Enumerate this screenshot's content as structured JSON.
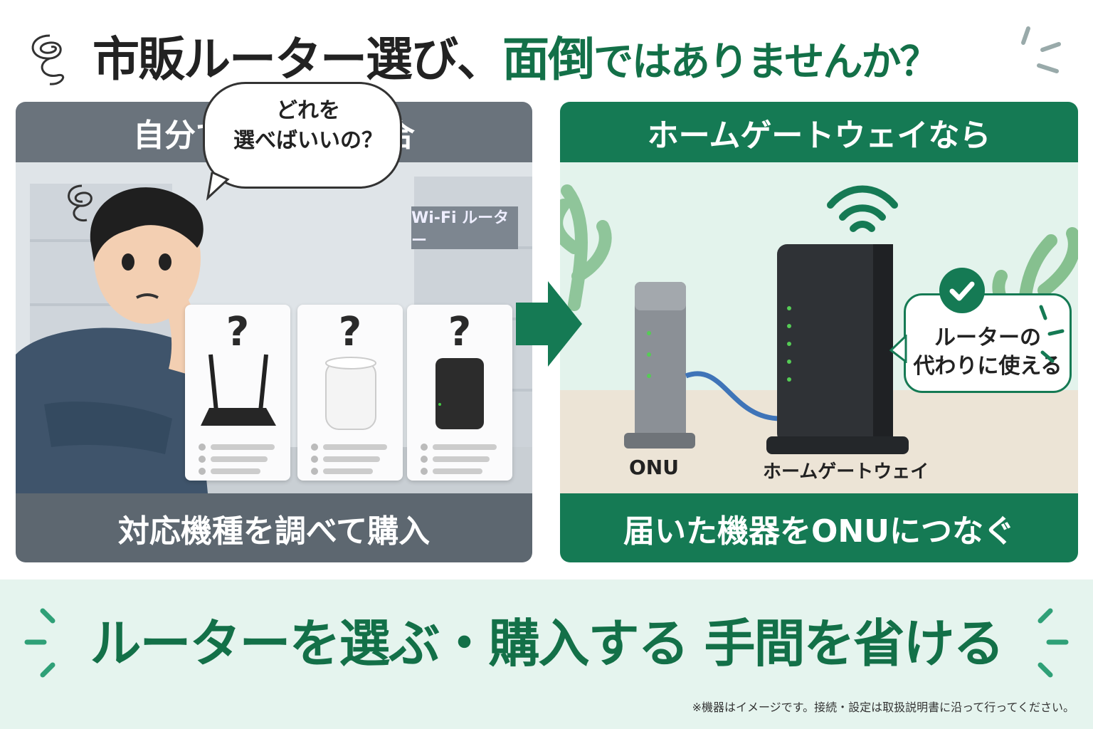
{
  "headline": {
    "part1": "市販ルーター選び、",
    "part2": "面倒",
    "part3": "ではありませんか？"
  },
  "left_panel": {
    "header": "自分で用意する場合",
    "bubble_line1": "どれを",
    "bubble_line2": "選べばいいの？",
    "store_sign": "Wi-Fi ルーター",
    "card_mark": "?",
    "footer": "対応機種を調べて購入"
  },
  "right_panel": {
    "header": "ホームゲートウェイなら",
    "bubble_line1": "ルーターの",
    "bubble_line2": "代わりに使える",
    "onu_label": "ONU",
    "gateway_label": "ホームゲートウェイ",
    "footer": "届いた機器をONUにつなぐ"
  },
  "tagline": "ルーターを選ぶ・購入する 手間を省ける",
  "disclaimer": "※機器はイメージです。接続・設定は取扱説明書に沿って行ってください。",
  "colors": {
    "brand_green": "#137048",
    "panel_gray": "#6a737c",
    "panel_green": "#157a54",
    "band_mint": "#e5f4ee"
  }
}
